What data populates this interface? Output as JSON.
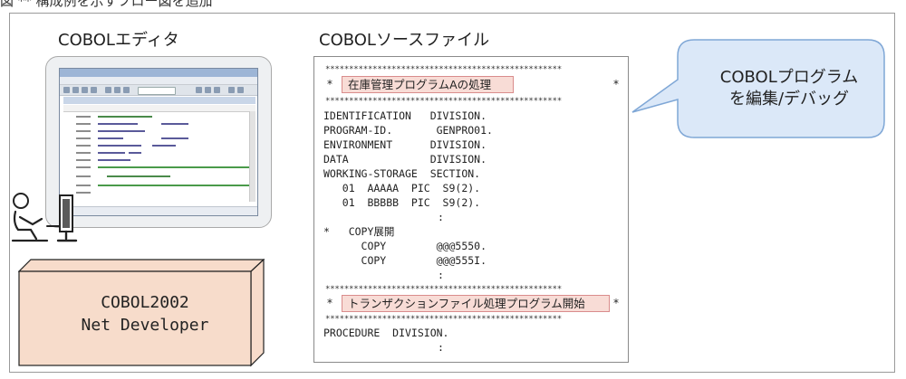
{
  "top_caption": "図 ** 構成例を示すフロー図を追加",
  "editor_section": {
    "heading": "COBOLエディタ"
  },
  "product": {
    "line1": "COBOL2002",
    "line2": "Net Developer"
  },
  "source_section": {
    "heading": "COBOLソースファイル",
    "star_row": "**************************************************",
    "lines": {
      "comment1_star_left": "*",
      "comment1": "在庫管理プログラムAの処理",
      "comment1_star_right": "*",
      "identification": "IDENTIFICATION   DIVISION.",
      "program_id": "PROGRAM-ID.       GENPRO01.",
      "environment": "ENVIRONMENT      DIVISION.",
      "data": "DATA             DIVISION.",
      "working_storage": "WORKING-STORAGE  SECTION.",
      "field_a": "   01  AAAAA  PIC  S9(2).",
      "field_b": "   01  BBBBB  PIC  S9(2).",
      "ellipsis1": ":",
      "copy_header": "*   COPY展開",
      "copy1": "      COPY        @@@5550.",
      "copy2": "      COPY        @@@555I.",
      "ellipsis2": ":",
      "comment2_star_left": "*",
      "comment2": "トランザクションファイル処理プログラム開始",
      "comment2_star_right": "*",
      "procedure": "PROCEDURE  DIVISION.",
      "ellipsis3": ":"
    }
  },
  "callout": {
    "line1": "COBOLプログラム",
    "line2": "を編集/デバッグ",
    "fill": "#dbe8f8",
    "stroke": "#7fa7d6"
  },
  "colors": {
    "product_box_fill": "#f7dccb",
    "comment_fill": "#f8dcd6"
  }
}
